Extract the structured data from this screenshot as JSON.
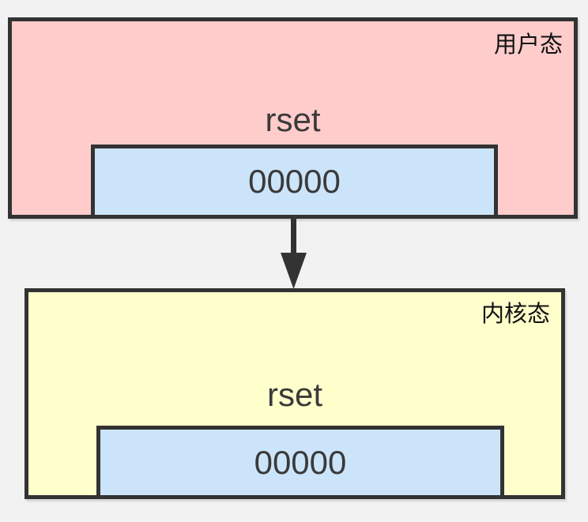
{
  "diagram": {
    "background_color": "#f2f2f2",
    "stroke_color": "#333333",
    "nodes": [
      {
        "label": "用户态",
        "register_label": "rset",
        "register_value": "00000",
        "fill_color": "#ffcccc",
        "register_fill_color": "#cce4fa"
      },
      {
        "label": "内核态",
        "register_label": "rset",
        "register_value": "00000",
        "fill_color": "#ffffcc",
        "register_fill_color": "#cce4fa"
      }
    ],
    "arrow": {
      "direction": "down",
      "color": "#333333"
    }
  }
}
